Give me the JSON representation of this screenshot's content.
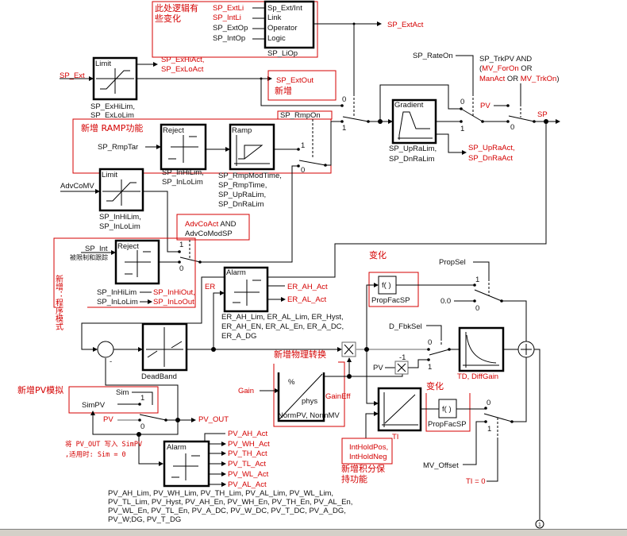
{
  "note_logic_change": [
    "此处逻辑有",
    "些变化"
  ],
  "liop": {
    "inputs": [
      "SP_ExtLi",
      "SP_IntLi",
      "SP_ExtOp",
      "SP_IntOp"
    ],
    "ports": [
      "Sp_Ext/Int",
      "Link",
      "Operator",
      "Logic"
    ],
    "name": "SP_LiOp",
    "output": "SP_ExtAct"
  },
  "limit1": {
    "title": "Limit",
    "input": "SP_Ext",
    "outputs": [
      "SP_ExHiAct,",
      "SP_ExLoAct"
    ],
    "params": [
      "SP_ExHiLim,",
      "SP_ExLoLim"
    ]
  },
  "extout": {
    "label": "SP_ExtOut",
    "note": "新增"
  },
  "ramp": {
    "note": "新增 RAMP功能",
    "input": "SP_RmpTar",
    "reject_title": "Reject",
    "ramp_title": "Ramp",
    "reject_params": [
      "SP_InHiLim,",
      "SP_InLoLim"
    ],
    "ramp_params": [
      "SP_RmpModTime,",
      "SP_RmpTime,",
      "SP_UpRaLim,",
      "SP_DnRaLim"
    ],
    "switch_ctrl": "SP_RmpOn"
  },
  "limit2": {
    "title": "Limit",
    "input": "AdvCoMV",
    "params": [
      "SP_InHiLim,",
      "SP_InLoLim"
    ]
  },
  "advco": {
    "cond_red": "AdvCoAct",
    "cond_and": "AND",
    "cond2": "AdvCoModSP"
  },
  "reject2": {
    "title": "Reject",
    "input": "SP_Int",
    "input_note": "被限制和跟踪",
    "note": "新增：程序模式",
    "params": [
      "SP_InHiLim",
      "SP_InLoLim"
    ],
    "outputs": [
      "SP_InHiOut,",
      "SP_InLoOut"
    ]
  },
  "gradient": {
    "title": "Gradient",
    "params": [
      "SP_UpRaLim,",
      "SP_DnRaLim"
    ],
    "outputs": [
      "SP_UpRaAct,",
      "SP_DnRaAct"
    ]
  },
  "sp_switch": {
    "rate_ctrl": "SP_RateOn",
    "trk_line1": "SP_TrkPV AND",
    "trk_paren": "(",
    "trk_mvfor": "MV_ForOn",
    "trk_or": "OR",
    "trk_manact": "ManAct",
    "trk_or2": "OR",
    "trk_mvtrk": "MV_TrkOn",
    "trk_close": ")",
    "pv": "PV",
    "output": "SP"
  },
  "switch_labels": {
    "zero": "0",
    "one": "1",
    "minus_one": "-1",
    "minus": "-"
  },
  "er_alarm": {
    "title": "Alarm",
    "input": "ER",
    "outputs": [
      "ER_AH_Act",
      "ER_AL_Act"
    ],
    "params": [
      "ER_AH_Lim, ER_AL_Lim, ER_Hyst,",
      "ER_AH_EN, ER_AL_En, ER_A_DC,",
      "ER_A_DG"
    ]
  },
  "deadband": {
    "title": "DeadBand"
  },
  "norm": {
    "note": "新增物理转换",
    "input": "Gain",
    "pct": "%",
    "phys": "phys",
    "name": "NormPV, NormMV",
    "output": "GainEff"
  },
  "prop": {
    "note": "变化",
    "func": "f( )",
    "name": "PropFacSP",
    "ctrl": "PropSel",
    "zero_value": "0.0"
  },
  "deriv": {
    "ctrl": "D_FbkSel",
    "pv": "PV",
    "name": "TD, DiffGain"
  },
  "integ": {
    "name": "TI",
    "hold": [
      "IntHoldPos,",
      "IntHoldNeg"
    ],
    "note": [
      "新增积分保",
      "持功能"
    ],
    "note2": "变化",
    "func": "f( )",
    "func_name": "PropFacSP",
    "mv_offset": "MV_Offset",
    "ti_zero": "TI = 0"
  },
  "connector": "1",
  "pvsim": {
    "note": "新增PV模拟",
    "sim": "Sim",
    "simpv": "SimPV",
    "pv": "PV",
    "output": "PV_OUT",
    "note2": [
      "将 PV_OUT 写入 SimPV",
      ",适用时:  Sim = 0"
    ]
  },
  "pv_alarm": {
    "title": "Alarm",
    "outputs": [
      "PV_AH_Act",
      "PV_WH_Act",
      "PV_TH_Act",
      "PV_TL_Act",
      "PV_WL_Act",
      "PV_AL_Act"
    ],
    "params": [
      "PV_AH_Lim, PV_WH_Lim, PV_TH_Lim, PV_AL_Lim, PV_WL_Lim,",
      "PV_TL_Lim, PV_Hyst, PV_AH_En, PV_WH_En, PV_TH_En, PV_AL_En,",
      "PV_WL_En, PV_TL_En, PV_A_DC, PV_W_DC, PV_T_DC, PV_A_DG,",
      "PV_W;DG, PV_T_DG"
    ]
  }
}
